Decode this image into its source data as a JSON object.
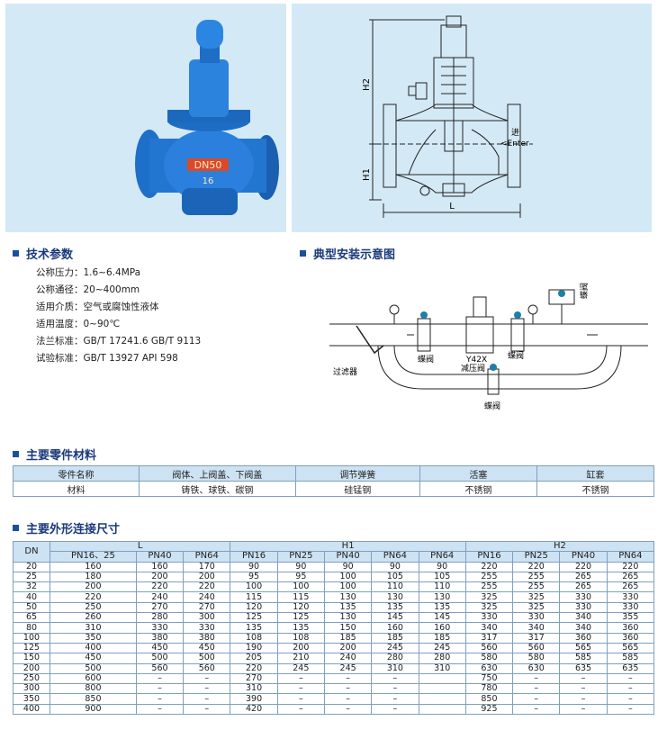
{
  "photo": {
    "body_marking_1": "DN50",
    "body_marking_2": "16"
  },
  "drawing": {
    "dim_h2": "H2",
    "dim_h1": "H1",
    "dim_l": "L",
    "inlet_cn": "进",
    "inlet_en": "Enter"
  },
  "sections": {
    "tech": "技术参数",
    "install": "典型安装示意图",
    "materials": "主要零件材料",
    "dims": "主要外形连接尺寸"
  },
  "params": [
    {
      "label": "公称压力：",
      "value": "1.6~6.4MPa"
    },
    {
      "label": "公称通径：",
      "value": "20~400mm"
    },
    {
      "label": "适用介质：",
      "value": "空气或腐蚀性液体"
    },
    {
      "label": "适用温度：",
      "value": "0~90℃"
    },
    {
      "label": "法兰标准：",
      "value": "GB/T 17241.6   GB/T 9113"
    },
    {
      "label": "试验标准：",
      "value": "GB/T 13927   API 598"
    }
  ],
  "install": {
    "filter": "过滤器",
    "butterfly1": "蝶阀",
    "model": "Y42X",
    "reducer": "减压阀",
    "butterfly2": "蝶阀",
    "butterfly3": "蝶阀",
    "butterfly4": "蝶阀"
  },
  "materials": {
    "headers": [
      "零件名称",
      "阀体、上阀盖、下阀盖",
      "调节弹簧",
      "活塞",
      "缸套"
    ],
    "row": [
      "材料",
      "铸铁、球铁、碳钢",
      "硅锰钢",
      "不锈钢",
      "不锈钢"
    ]
  },
  "dims": {
    "group_headers": {
      "dn": "DN",
      "l": "L",
      "h1": "H1",
      "h2": "H2"
    },
    "sub_headers": [
      "PN16、25",
      "PN40",
      "PN64",
      "PN16",
      "PN25",
      "PN40",
      "PN64",
      "PN64",
      "PN16",
      "PN25",
      "PN40",
      "PN64"
    ],
    "rows": [
      [
        "20",
        "160",
        "160",
        "170",
        "90",
        "90",
        "90",
        "90",
        "90",
        "220",
        "220",
        "220",
        "220"
      ],
      [
        "25",
        "180",
        "200",
        "200",
        "95",
        "95",
        "100",
        "105",
        "105",
        "255",
        "255",
        "265",
        "265"
      ],
      [
        "32",
        "200",
        "220",
        "220",
        "100",
        "100",
        "100",
        "110",
        "110",
        "255",
        "255",
        "265",
        "265"
      ],
      [
        "40",
        "220",
        "240",
        "240",
        "115",
        "115",
        "130",
        "130",
        "130",
        "325",
        "325",
        "330",
        "330"
      ],
      [
        "50",
        "250",
        "270",
        "270",
        "120",
        "120",
        "135",
        "135",
        "135",
        "325",
        "325",
        "330",
        "330"
      ],
      [
        "65",
        "260",
        "280",
        "300",
        "125",
        "125",
        "130",
        "145",
        "145",
        "330",
        "330",
        "340",
        "355"
      ],
      [
        "80",
        "310",
        "330",
        "330",
        "135",
        "135",
        "150",
        "160",
        "160",
        "340",
        "340",
        "340",
        "360"
      ],
      [
        "100",
        "350",
        "380",
        "380",
        "108",
        "108",
        "185",
        "185",
        "185",
        "317",
        "317",
        "360",
        "360"
      ],
      [
        "125",
        "400",
        "450",
        "450",
        "190",
        "200",
        "200",
        "245",
        "245",
        "560",
        "560",
        "565",
        "565"
      ],
      [
        "150",
        "450",
        "500",
        "500",
        "205",
        "210",
        "240",
        "280",
        "280",
        "580",
        "580",
        "585",
        "585"
      ],
      [
        "200",
        "500",
        "560",
        "560",
        "220",
        "245",
        "245",
        "310",
        "310",
        "630",
        "630",
        "635",
        "635"
      ],
      [
        "250",
        "600",
        "–",
        "–",
        "270",
        "–",
        "–",
        "–",
        "",
        "750",
        "–",
        "–",
        "–"
      ],
      [
        "300",
        "800",
        "–",
        "–",
        "310",
        "–",
        "–",
        "–",
        "",
        "780",
        "–",
        "–",
        "–"
      ],
      [
        "350",
        "850",
        "–",
        "–",
        "390",
        "–",
        "–",
        "–",
        "",
        "850",
        "–",
        "–",
        "–"
      ],
      [
        "400",
        "900",
        "–",
        "–",
        "420",
        "–",
        "–",
        "–",
        "",
        "925",
        "–",
        "–",
        "–"
      ]
    ]
  }
}
